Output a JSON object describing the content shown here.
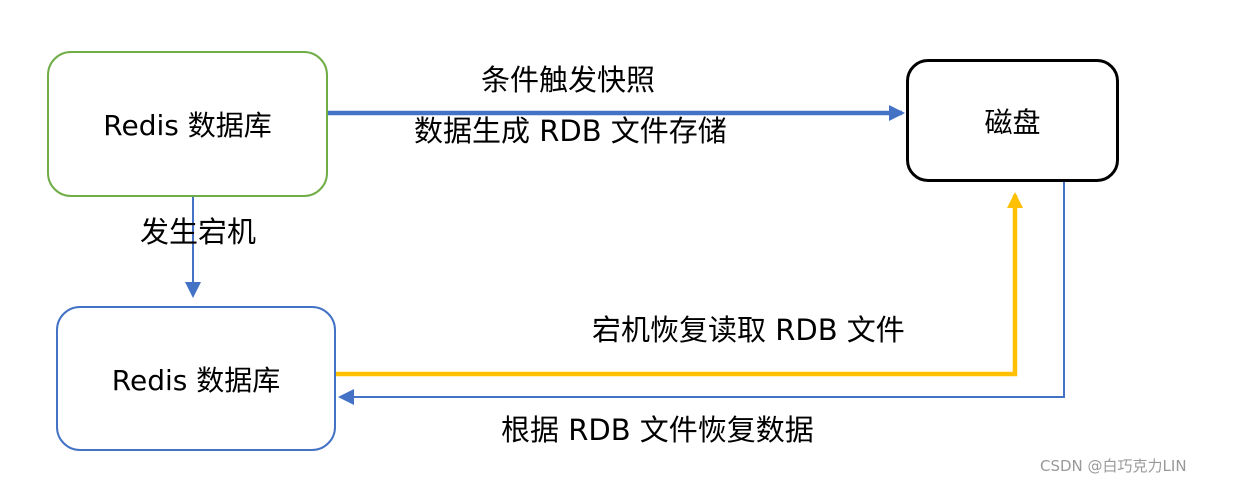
{
  "nodes": {
    "redis_top": "Redis 数据库",
    "disk": "磁盘",
    "redis_bottom": "Redis 数据库"
  },
  "edges": {
    "snapshot_trigger": "条件触发快照",
    "generate_rdb": "数据生成 RDB 文件存储",
    "crash": "发生宕机",
    "read_rdb": "宕机恢复读取 RDB 文件",
    "restore": "根据 RDB 文件恢复数据"
  },
  "colors": {
    "green_border": "#70ad47",
    "blue": "#4472c4",
    "yellow": "#ffc000",
    "black": "#000000"
  },
  "watermark": "CSDN @白巧克力LIN"
}
